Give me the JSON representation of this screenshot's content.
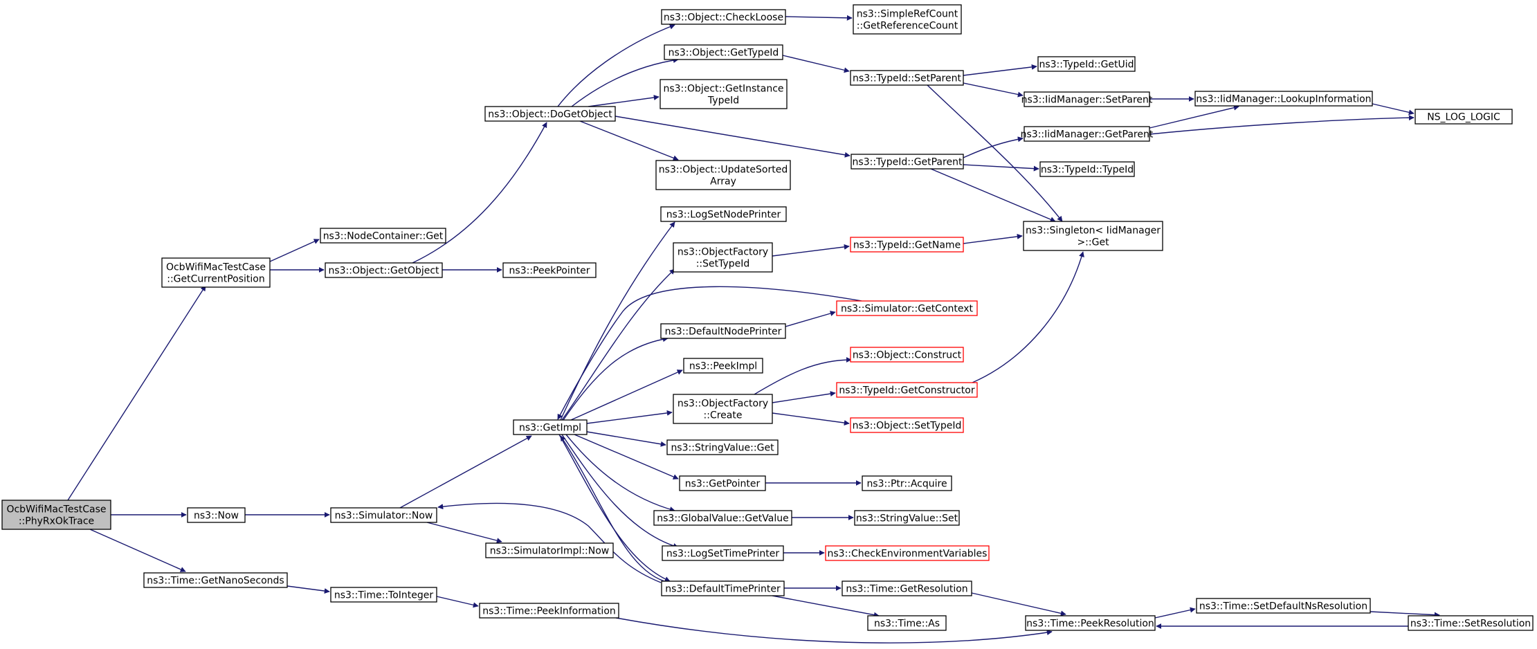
{
  "colors": {
    "edge": "#191970",
    "node_border": "#000000",
    "node_border_incomplete": "#ff0000",
    "root_fill": "#bfbfbf"
  },
  "nodes": {
    "root": [
      "OcbWifiMacTestCase",
      "::PhyRxOkTrace"
    ],
    "getCurrentPosition": [
      "OcbWifiMacTestCase",
      "::GetCurrentPosition"
    ],
    "now": [
      "ns3::Now"
    ],
    "timeGetNanoSeconds": [
      "ns3::Time::GetNanoSeconds"
    ],
    "nodeContainerGet": [
      "ns3::NodeContainer::Get"
    ],
    "objectGetObject": [
      "ns3::Object::GetObject"
    ],
    "simulatorNow": [
      "ns3::Simulator::Now"
    ],
    "timeToInteger": [
      "ns3::Time::ToInteger"
    ],
    "objectDoGetObject": [
      "ns3::Object::DoGetObject"
    ],
    "peekPointer": [
      "ns3::PeekPointer"
    ],
    "getImpl": [
      "ns3::GetImpl"
    ],
    "simulatorImplNow": [
      "ns3::SimulatorImpl::Now"
    ],
    "timePeekInformation": [
      "ns3::Time::PeekInformation"
    ],
    "objectCheckLoose": [
      "ns3::Object::CheckLoose"
    ],
    "objectGetTypeId": [
      "ns3::Object::GetTypeId"
    ],
    "objectGetInstanceTypeId": [
      "ns3::Object::GetInstance",
      "TypeId"
    ],
    "objectUpdateSortedArray": [
      "ns3::Object::UpdateSorted",
      "Array"
    ],
    "logSetNodePrinter": [
      "ns3::LogSetNodePrinter"
    ],
    "objectFactorySetTypeId": [
      "ns3::ObjectFactory",
      "::SetTypeId"
    ],
    "defaultNodePrinter": [
      "ns3::DefaultNodePrinter"
    ],
    "peekImpl": [
      "ns3::PeekImpl"
    ],
    "objectFactoryCreate": [
      "ns3::ObjectFactory",
      "::Create"
    ],
    "stringValueGet": [
      "ns3::StringValue::Get"
    ],
    "getPointer": [
      "ns3::GetPointer"
    ],
    "globalValueGetValue": [
      "ns3::GlobalValue::GetValue"
    ],
    "logSetTimePrinter": [
      "ns3::LogSetTimePrinter"
    ],
    "defaultTimePrinter": [
      "ns3::DefaultTimePrinter"
    ],
    "simpleRefCountGetReferenceCount": [
      "ns3::SimpleRefCount",
      "::GetReferenceCount"
    ],
    "typeIdSetParent": [
      "ns3::TypeId::SetParent"
    ],
    "typeIdGetParent": [
      "ns3::TypeId::GetParent"
    ],
    "typeIdGetName": [
      "ns3::TypeId::GetName"
    ],
    "simulatorGetContext": [
      "ns3::Simulator::GetContext"
    ],
    "objectConstruct": [
      "ns3::Object::Construct"
    ],
    "typeIdGetConstructor": [
      "ns3::TypeId::GetConstructor"
    ],
    "objectSetTypeId": [
      "ns3::Object::SetTypeId"
    ],
    "ptrAcquire": [
      "ns3::Ptr::Acquire"
    ],
    "stringValueSet": [
      "ns3::StringValue::Set"
    ],
    "checkEnvironmentVariables": [
      "ns3::CheckEnvironmentVariables"
    ],
    "timeGetResolution": [
      "ns3::Time::GetResolution"
    ],
    "timeAs": [
      "ns3::Time::As"
    ],
    "typeIdGetUid": [
      "ns3::TypeId::GetUid"
    ],
    "iidManagerSetParent": [
      "ns3::IidManager::SetParent"
    ],
    "iidManagerGetParent": [
      "ns3::IidManager::GetParent"
    ],
    "typeIdTypeId": [
      "ns3::TypeId::TypeId"
    ],
    "singletonGet": [
      "ns3::Singleton< IidManager",
      " >::Get"
    ],
    "timePeekResolution": [
      "ns3::Time::PeekResolution"
    ],
    "iidManagerLookupInformation": [
      "ns3::IidManager::LookupInformation"
    ],
    "timeSetDefaultNsResolution": [
      "ns3::Time::SetDefaultNsResolution"
    ],
    "timeSetResolution": [
      "ns3::Time::SetResolution"
    ],
    "nsLogLogic": [
      "NS_LOG_LOGIC"
    ]
  }
}
